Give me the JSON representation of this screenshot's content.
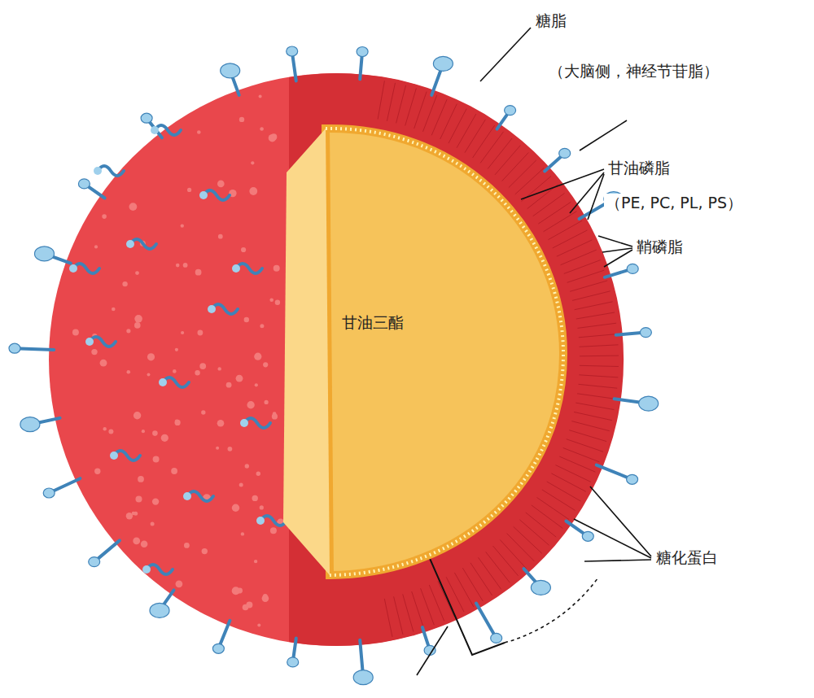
{
  "diagram": {
    "nodes": [
      {
        "text": [
          "甘油三酯"
        ]
      }
    ],
    "labels": [
      "糖脂",
      "（大脑侧，神经节苷脂）",
      "甘油磷脂",
      "（PE, PC, PL, PS）",
      "鞘磷脂",
      "糖化蛋白"
    ]
  }
}
